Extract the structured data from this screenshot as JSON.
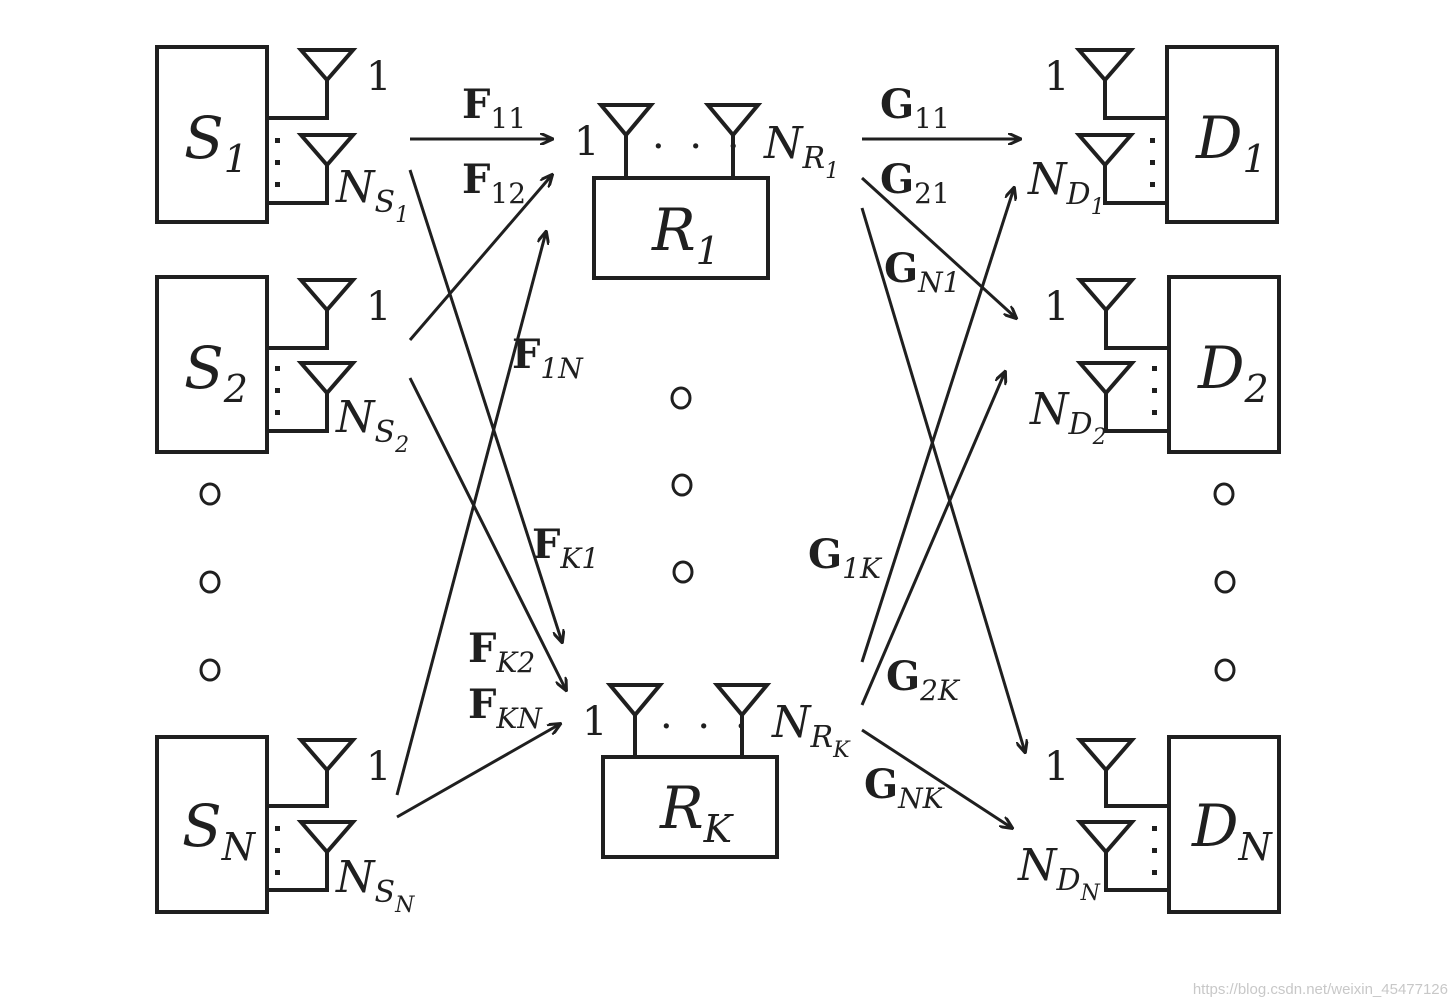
{
  "sources": [
    {
      "letter": "S",
      "sub": "1",
      "ant_first": "1",
      "ant_last": "N",
      "ant_last_sub": "S",
      "ant_last_subsub": "1"
    },
    {
      "letter": "S",
      "sub": "2",
      "ant_first": "1",
      "ant_last": "N",
      "ant_last_sub": "S",
      "ant_last_subsub": "2"
    },
    {
      "letter": "S",
      "sub": "N",
      "ant_first": "1",
      "ant_last": "N",
      "ant_last_sub": "S",
      "ant_last_subsub": "N"
    }
  ],
  "relays": [
    {
      "letter": "R",
      "sub": "1",
      "ant_first": "1",
      "ant_last": "N",
      "ant_last_sub": "R",
      "ant_last_subsub": "1"
    },
    {
      "letter": "R",
      "sub": "K",
      "ant_first": "1",
      "ant_last": "N",
      "ant_last_sub": "R",
      "ant_last_subsub": "K"
    }
  ],
  "destinations": [
    {
      "letter": "D",
      "sub": "1",
      "ant_first": "1",
      "ant_last": "N",
      "ant_last_sub": "D",
      "ant_last_subsub": "1"
    },
    {
      "letter": "D",
      "sub": "2",
      "ant_first": "1",
      "ant_last": "N",
      "ant_last_sub": "D",
      "ant_last_subsub": "2"
    },
    {
      "letter": "D",
      "sub": "N",
      "ant_first": "1",
      "ant_last": "N",
      "ant_last_sub": "D",
      "ant_last_subsub": "N"
    }
  ],
  "channels": {
    "F11": {
      "main": "F",
      "sub": "11"
    },
    "F12": {
      "main": "F",
      "sub": "12"
    },
    "F1N": {
      "main": "F",
      "sub": "1N"
    },
    "FK1": {
      "main": "F",
      "sub": "K1"
    },
    "FK2": {
      "main": "F",
      "sub": "K2"
    },
    "FKN": {
      "main": "F",
      "sub": "KN"
    },
    "G11": {
      "main": "G",
      "sub": "11"
    },
    "G21": {
      "main": "G",
      "sub": "21"
    },
    "GN1": {
      "main": "G",
      "sub": "N1"
    },
    "G1K": {
      "main": "G",
      "sub": "1K"
    },
    "G2K": {
      "main": "G",
      "sub": "2K"
    },
    "GNK": {
      "main": "G",
      "sub": "NK"
    }
  },
  "relay_dots": "· · ·",
  "watermark": "https://blog.csdn.net/weixin_45477126"
}
